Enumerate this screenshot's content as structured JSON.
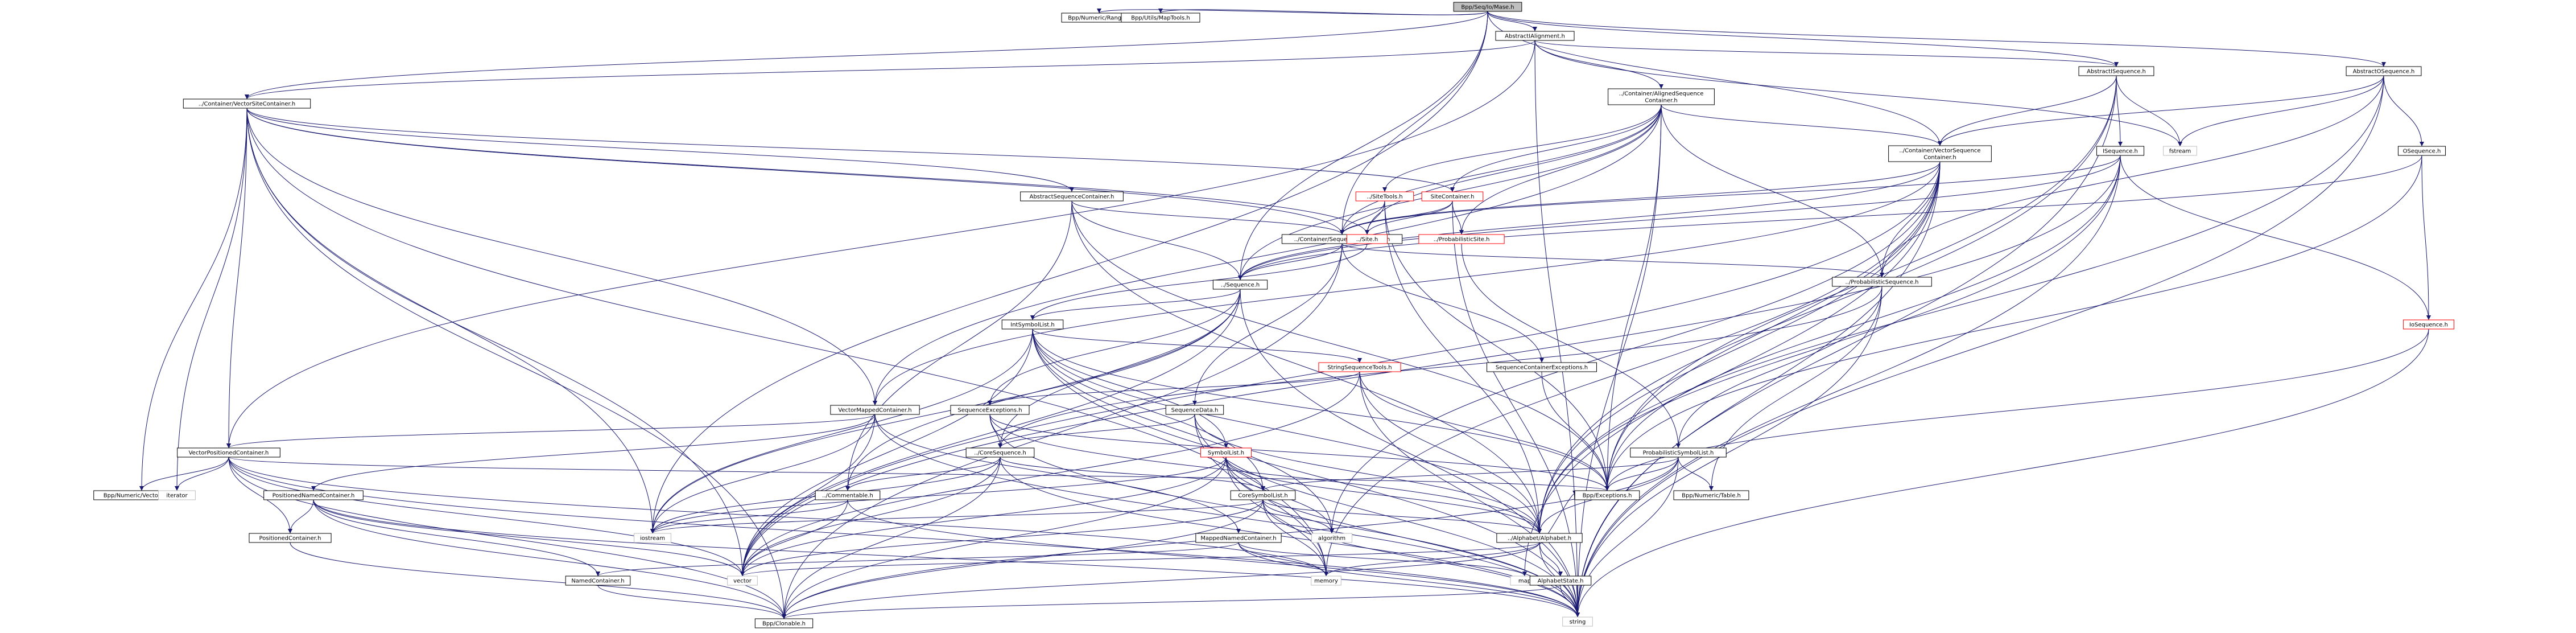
{
  "graph": {
    "title": "Include dependency graph for Bpp/Seq/Io/Mase.h",
    "colors": {
      "edge": "#191970",
      "root_fill": "#bfbfbf",
      "node_border": "#000000",
      "system_border": "#bfbfbf",
      "truncated_border": "#ff0000"
    },
    "nodes": [
      {
        "id": "mase",
        "label": "Bpp/Seq/Io/Mase.h",
        "kind": "root"
      },
      {
        "id": "range",
        "label": "Bpp/Numeric/Range.h",
        "kind": "normal"
      },
      {
        "id": "maptools",
        "label": "Bpp/Utils/MapTools.h",
        "kind": "normal"
      },
      {
        "id": "abstractialignment",
        "label": "AbstractIAlignment.h",
        "kind": "normal"
      },
      {
        "id": "abstractisequence",
        "label": "AbstractISequence.h",
        "kind": "normal"
      },
      {
        "id": "abstractosequence",
        "label": "AbstractOSequence.h",
        "kind": "normal"
      },
      {
        "id": "alignedseqcontainer",
        "label": "../Container/AlignedSequence\nContainer.h",
        "kind": "normal"
      },
      {
        "id": "vectorsitecontainer",
        "label": "../Container/VectorSiteContainer.h",
        "kind": "normal"
      },
      {
        "id": "vectorseqcontainer",
        "label": "../Container/VectorSequence\nContainer.h",
        "kind": "normal"
      },
      {
        "id": "isequence",
        "label": "ISequence.h",
        "kind": "normal"
      },
      {
        "id": "fstream",
        "label": "fstream",
        "kind": "system"
      },
      {
        "id": "osequence",
        "label": "OSequence.h",
        "kind": "normal"
      },
      {
        "id": "abstractseqcontainer",
        "label": "AbstractSequenceContainer.h",
        "kind": "normal"
      },
      {
        "id": "sitetools",
        "label": "../SiteTools.h",
        "kind": "truncated"
      },
      {
        "id": "sitecontainer",
        "label": "SiteContainer.h",
        "kind": "truncated"
      },
      {
        "id": "seqcontainer",
        "label": "../Container/SequenceContainer.h",
        "kind": "normal"
      },
      {
        "id": "site",
        "label": "../Site.h",
        "kind": "truncated"
      },
      {
        "id": "probsite",
        "label": "../ProbabilisticSite.h",
        "kind": "truncated"
      },
      {
        "id": "sequence",
        "label": "../Sequence.h",
        "kind": "normal"
      },
      {
        "id": "probsequence",
        "label": "../ProbabilisticSequence.h",
        "kind": "normal"
      },
      {
        "id": "iosequence",
        "label": "IoSequence.h",
        "kind": "truncated"
      },
      {
        "id": "intsymbollist",
        "label": "IntSymbolList.h",
        "kind": "normal"
      },
      {
        "id": "stringseqtools",
        "label": "StringSequenceTools.h",
        "kind": "truncated"
      },
      {
        "id": "seqcontainerexceptions",
        "label": "SequenceContainerExceptions.h",
        "kind": "normal"
      },
      {
        "id": "vectormappedcontainer",
        "label": "VectorMappedContainer.h",
        "kind": "normal"
      },
      {
        "id": "seqexceptions",
        "label": "SequenceExceptions.h",
        "kind": "normal"
      },
      {
        "id": "seqdata",
        "label": "SequenceData.h",
        "kind": "normal"
      },
      {
        "id": "probsymbollist",
        "label": "ProbabilisticSymbolList.h",
        "kind": "normal"
      },
      {
        "id": "vectorpositionedcontainer",
        "label": "VectorPositionedContainer.h",
        "kind": "normal"
      },
      {
        "id": "coresequence",
        "label": "../CoreSequence.h",
        "kind": "normal"
      },
      {
        "id": "symbollist",
        "label": "SymbolList.h",
        "kind": "truncated"
      },
      {
        "id": "vectortools",
        "label": "Bpp/Numeric/VectorTools.h",
        "kind": "normal"
      },
      {
        "id": "iterator",
        "label": "iterator",
        "kind": "system"
      },
      {
        "id": "positionednamedcontainer",
        "label": "PositionedNamedContainer.h",
        "kind": "normal"
      },
      {
        "id": "commentable",
        "label": "../Commentable.h",
        "kind": "normal"
      },
      {
        "id": "coresymbollist",
        "label": "CoreSymbolList.h",
        "kind": "normal"
      },
      {
        "id": "exceptions",
        "label": "Bpp/Exceptions.h",
        "kind": "normal"
      },
      {
        "id": "table",
        "label": "Bpp/Numeric/Table.h",
        "kind": "normal"
      },
      {
        "id": "positionedcontainer",
        "label": "PositionedContainer.h",
        "kind": "normal"
      },
      {
        "id": "iostream",
        "label": "iostream",
        "kind": "system"
      },
      {
        "id": "mappednamedcontainer",
        "label": "MappedNamedContainer.h",
        "kind": "normal"
      },
      {
        "id": "algorithm",
        "label": "algorithm",
        "kind": "system"
      },
      {
        "id": "alphabet",
        "label": "../Alphabet/Alphabet.h",
        "kind": "normal"
      },
      {
        "id": "namedcontainer",
        "label": "NamedContainer.h",
        "kind": "normal"
      },
      {
        "id": "vector",
        "label": "vector",
        "kind": "system"
      },
      {
        "id": "memory",
        "label": "memory",
        "kind": "system"
      },
      {
        "id": "map",
        "label": "map",
        "kind": "system"
      },
      {
        "id": "alphabetstate",
        "label": "AlphabetState.h",
        "kind": "normal"
      },
      {
        "id": "clonable",
        "label": "Bpp/Clonable.h",
        "kind": "normal"
      },
      {
        "id": "string",
        "label": "string",
        "kind": "system"
      }
    ],
    "edges": [
      [
        "mase",
        "range"
      ],
      [
        "mase",
        "maptools"
      ],
      [
        "mase",
        "abstractialignment"
      ],
      [
        "mase",
        "abstractisequence"
      ],
      [
        "mase",
        "abstractosequence"
      ],
      [
        "mase",
        "vectorseqcontainer"
      ],
      [
        "mase",
        "seqcontainer"
      ],
      [
        "mase",
        "sequence"
      ],
      [
        "mase",
        "iostream"
      ],
      [
        "mase",
        "vectorsitecontainer"
      ],
      [
        "abstractialignment",
        "alignedseqcontainer"
      ],
      [
        "abstractialignment",
        "vectorsitecontainer"
      ],
      [
        "abstractialignment",
        "abstractisequence"
      ],
      [
        "abstractialignment",
        "fstream"
      ],
      [
        "abstractialignment",
        "vectorpositionedcontainer"
      ],
      [
        "abstractialignment",
        "string"
      ],
      [
        "abstractisequence",
        "vectorseqcontainer"
      ],
      [
        "abstractisequence",
        "isequence"
      ],
      [
        "abstractisequence",
        "fstream"
      ],
      [
        "abstractisequence",
        "alphabet"
      ],
      [
        "abstractisequence",
        "string"
      ],
      [
        "abstractisequence",
        "exceptions"
      ],
      [
        "abstractosequence",
        "vectorseqcontainer"
      ],
      [
        "abstractosequence",
        "fstream"
      ],
      [
        "abstractosequence",
        "osequence"
      ],
      [
        "abstractosequence",
        "probsequence"
      ],
      [
        "abstractosequence",
        "string"
      ],
      [
        "abstractosequence",
        "alphabet"
      ],
      [
        "alignedseqcontainer",
        "vectorseqcontainer"
      ],
      [
        "alignedseqcontainer",
        "sitecontainer"
      ],
      [
        "alignedseqcontainer",
        "sitetools"
      ],
      [
        "alignedseqcontainer",
        "site"
      ],
      [
        "alignedseqcontainer",
        "seqcontainer"
      ],
      [
        "alignedseqcontainer",
        "sequence"
      ],
      [
        "alignedseqcontainer",
        "probsequence"
      ],
      [
        "alignedseqcontainer",
        "vectormappedcontainer"
      ],
      [
        "alignedseqcontainer",
        "exceptions"
      ],
      [
        "alignedseqcontainer",
        "probsite"
      ],
      [
        "alignedseqcontainer",
        "string"
      ],
      [
        "vectorsitecontainer",
        "abstractseqcontainer"
      ],
      [
        "vectorsitecontainer",
        "sitecontainer"
      ],
      [
        "vectorsitecontainer",
        "seqcontainer"
      ],
      [
        "vectorsitecontainer",
        "vectorpositionedcontainer"
      ],
      [
        "vectorsitecontainer",
        "vectormappedcontainer"
      ],
      [
        "vectorsitecontainer",
        "vectortools"
      ],
      [
        "vectorsitecontainer",
        "iterator"
      ],
      [
        "vectorsitecontainer",
        "iostream"
      ],
      [
        "vectorsitecontainer",
        "vector"
      ],
      [
        "vectorsitecontainer",
        "memory"
      ],
      [
        "vectorsitecontainer",
        "clonable"
      ],
      [
        "vectorsitecontainer",
        "site"
      ],
      [
        "vectorseqcontainer",
        "seqcontainer"
      ],
      [
        "vectorseqcontainer",
        "sequence"
      ],
      [
        "vectorseqcontainer",
        "probsequence"
      ],
      [
        "vectorseqcontainer",
        "vectormappedcontainer"
      ],
      [
        "vectorseqcontainer",
        "exceptions"
      ],
      [
        "vectorseqcontainer",
        "alphabet"
      ],
      [
        "vectorseqcontainer",
        "algorithm"
      ],
      [
        "vectorseqcontainer",
        "vector"
      ],
      [
        "vectorseqcontainer",
        "memory"
      ],
      [
        "vectorseqcontainer",
        "string"
      ],
      [
        "vectorseqcontainer",
        "map"
      ],
      [
        "isequence",
        "seqcontainer"
      ],
      [
        "isequence",
        "sequence"
      ],
      [
        "isequence",
        "iosequence"
      ],
      [
        "isequence",
        "exceptions"
      ],
      [
        "isequence",
        "alphabet"
      ],
      [
        "isequence",
        "string"
      ],
      [
        "isequence",
        "vector"
      ],
      [
        "osequence",
        "iosequence"
      ],
      [
        "osequence",
        "sequence"
      ],
      [
        "osequence",
        "exceptions"
      ],
      [
        "abstractseqcontainer",
        "seqcontainer"
      ],
      [
        "abstractseqcontainer",
        "sequence"
      ],
      [
        "abstractseqcontainer",
        "commentable"
      ],
      [
        "abstractseqcontainer",
        "exceptions"
      ],
      [
        "abstractseqcontainer",
        "alphabet"
      ],
      [
        "sitetools",
        "site"
      ],
      [
        "sitetools",
        "seqcontainer"
      ],
      [
        "sitetools",
        "exceptions"
      ],
      [
        "sitetools",
        "alphabet"
      ],
      [
        "sitecontainer",
        "site"
      ],
      [
        "sitecontainer",
        "probsite"
      ],
      [
        "sitecontainer",
        "seqcontainer"
      ],
      [
        "sitecontainer",
        "string"
      ],
      [
        "seqcontainer",
        "sequence"
      ],
      [
        "seqcontainer",
        "probsequence"
      ],
      [
        "seqcontainer",
        "seqcontainerexceptions"
      ],
      [
        "seqcontainer",
        "seqdata"
      ],
      [
        "seqcontainer",
        "clonable"
      ],
      [
        "site",
        "intsymbollist"
      ],
      [
        "probsite",
        "probsymbollist"
      ],
      [
        "sequence",
        "intsymbollist"
      ],
      [
        "sequence",
        "seqexceptions"
      ],
      [
        "sequence",
        "coresequence"
      ],
      [
        "sequence",
        "commentable"
      ],
      [
        "sequence",
        "iostream"
      ],
      [
        "sequence",
        "string"
      ],
      [
        "sequence",
        "vector"
      ],
      [
        "probsequence",
        "probsymbollist"
      ],
      [
        "probsequence",
        "coresequence"
      ],
      [
        "probsequence",
        "string"
      ],
      [
        "probsequence",
        "table"
      ],
      [
        "iosequence",
        "exceptions"
      ],
      [
        "iosequence",
        "string"
      ],
      [
        "intsymbollist",
        "stringseqtools"
      ],
      [
        "intsymbollist",
        "symbollist"
      ],
      [
        "intsymbollist",
        "coresymbollist"
      ],
      [
        "intsymbollist",
        "alphabet"
      ],
      [
        "intsymbollist",
        "exceptions"
      ],
      [
        "intsymbollist",
        "string"
      ],
      [
        "intsymbollist",
        "vector"
      ],
      [
        "intsymbollist",
        "algorithm"
      ],
      [
        "intsymbollist",
        "iostream"
      ],
      [
        "stringseqtools",
        "seqexceptions"
      ],
      [
        "stringseqtools",
        "alphabet"
      ],
      [
        "stringseqtools",
        "exceptions"
      ],
      [
        "stringseqtools",
        "string"
      ],
      [
        "stringseqtools",
        "vector"
      ],
      [
        "seqcontainerexceptions",
        "exceptions"
      ],
      [
        "vectormappedcontainer",
        "vectorpositionedcontainer"
      ],
      [
        "vectormappedcontainer",
        "positionednamedcontainer"
      ],
      [
        "vectormappedcontainer",
        "mappednamedcontainer"
      ],
      [
        "vectormappedcontainer",
        "iostream"
      ],
      [
        "vectormappedcontainer",
        "vector"
      ],
      [
        "vectormappedcontainer",
        "string"
      ],
      [
        "seqexceptions",
        "coresequence"
      ],
      [
        "seqexceptions",
        "exceptions"
      ],
      [
        "seqexceptions",
        "alphabet"
      ],
      [
        "seqexceptions",
        "string"
      ],
      [
        "seqdata",
        "coresequence"
      ],
      [
        "seqdata",
        "alphabet"
      ],
      [
        "seqdata",
        "string"
      ],
      [
        "seqdata",
        "memory"
      ],
      [
        "probsymbollist",
        "coresymbollist"
      ],
      [
        "probsymbollist",
        "alphabet"
      ],
      [
        "probsymbollist",
        "table"
      ],
      [
        "probsymbollist",
        "exceptions"
      ],
      [
        "probsymbollist",
        "string"
      ],
      [
        "probsymbollist",
        "clonable"
      ],
      [
        "vectorpositionedcontainer",
        "vectortools"
      ],
      [
        "vectorpositionedcontainer",
        "iterator"
      ],
      [
        "vectorpositionedcontainer",
        "positionedcontainer"
      ],
      [
        "vectorpositionedcontainer",
        "exceptions"
      ],
      [
        "vectorpositionedcontainer",
        "vector"
      ],
      [
        "vectorpositionedcontainer",
        "memory"
      ],
      [
        "vectorpositionedcontainer",
        "clonable"
      ],
      [
        "vectorpositionedcontainer",
        "string"
      ],
      [
        "coresequence",
        "commentable"
      ],
      [
        "coresequence",
        "coresymbollist"
      ],
      [
        "coresequence",
        "iostream"
      ],
      [
        "coresequence",
        "vector"
      ],
      [
        "coresequence",
        "string"
      ],
      [
        "coresequence",
        "clonable"
      ],
      [
        "symbollist",
        "coresymbollist"
      ],
      [
        "symbollist",
        "alphabet"
      ],
      [
        "symbollist",
        "algorithm"
      ],
      [
        "symbollist",
        "iostream"
      ],
      [
        "symbollist",
        "vector"
      ],
      [
        "symbollist",
        "string"
      ],
      [
        "symbollist",
        "clonable"
      ],
      [
        "symbollist",
        "memory"
      ],
      [
        "positionednamedcontainer",
        "positionedcontainer"
      ],
      [
        "positionednamedcontainer",
        "namedcontainer"
      ],
      [
        "positionednamedcontainer",
        "vector"
      ],
      [
        "positionednamedcontainer",
        "string"
      ],
      [
        "positionednamedcontainer",
        "clonable"
      ],
      [
        "commentable",
        "iostream"
      ],
      [
        "commentable",
        "string"
      ],
      [
        "commentable",
        "vector"
      ],
      [
        "coresymbollist",
        "alphabet"
      ],
      [
        "coresymbollist",
        "algorithm"
      ],
      [
        "coresymbollist",
        "iostream"
      ],
      [
        "coresymbollist",
        "vector"
      ],
      [
        "coresymbollist",
        "string"
      ],
      [
        "coresymbollist",
        "clonable"
      ],
      [
        "coresymbollist",
        "memory"
      ],
      [
        "positionedcontainer",
        "clonable"
      ],
      [
        "mappednamedcontainer",
        "namedcontainer"
      ],
      [
        "mappednamedcontainer",
        "memory"
      ],
      [
        "mappednamedcontainer",
        "string"
      ],
      [
        "mappednamedcontainer",
        "map"
      ],
      [
        "alphabet",
        "alphabetstate"
      ],
      [
        "alphabet",
        "exceptions"
      ],
      [
        "alphabet",
        "string"
      ],
      [
        "alphabet",
        "vector"
      ],
      [
        "alphabet",
        "clonable"
      ],
      [
        "alphabet",
        "memory"
      ],
      [
        "namedcontainer",
        "clonable"
      ],
      [
        "alphabetstate",
        "string"
      ],
      [
        "alphabetstate",
        "clonable"
      ]
    ]
  }
}
